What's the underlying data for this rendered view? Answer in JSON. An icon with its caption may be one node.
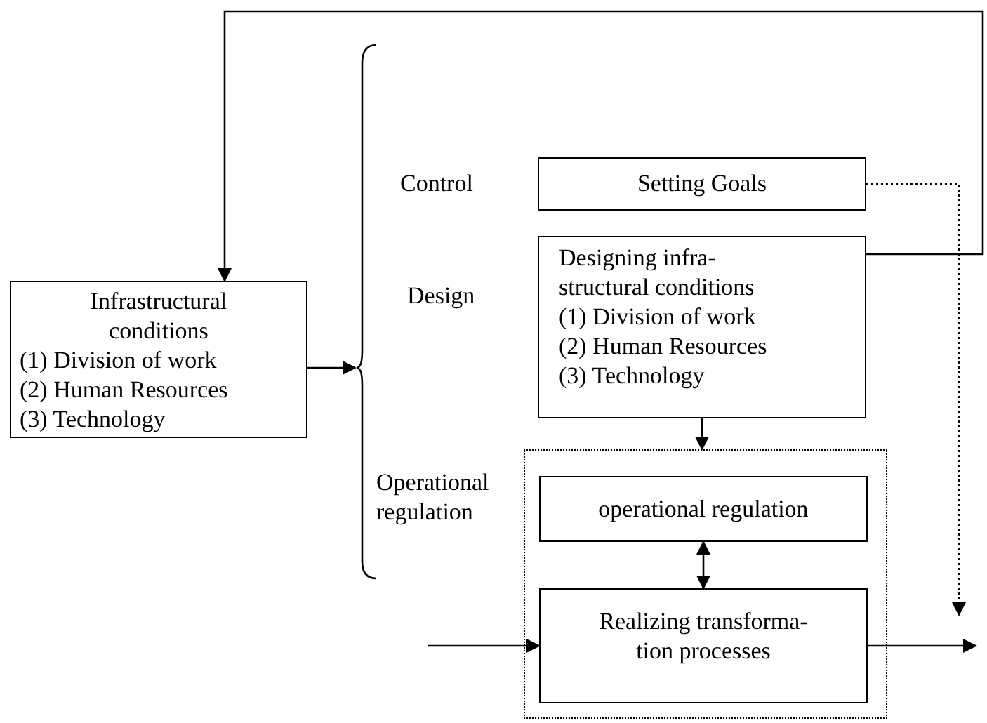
{
  "diagram": {
    "nodes": [
      {
        "text": [
          "Infrastructural conditions",
          "(1) Division of work",
          "(2) Human Resources",
          "(3) Technology"
        ]
      },
      {
        "text": [
          "Setting Goals"
        ]
      },
      {
        "text": [
          "Designing infra-structural conditions",
          "(1) Division of work",
          "(2) Human Resources",
          "(3) Technology"
        ]
      },
      {
        "text": [],
        "shape": "box"
      },
      {
        "text": [
          "operational regulation"
        ],
        "in": 3
      },
      {
        "text": [
          "Realizing transforma-tion processes"
        ],
        "in": 3
      },
      {
        "text": [],
        "shape": "brace"
      }
    ],
    "edges": [
      {
        "from": 2,
        "to": 0,
        "arrow": "to"
      },
      {
        "from": 0,
        "to": 6,
        "arrow": "to"
      },
      {
        "from": 1,
        "to": null,
        "arrow": "to",
        "style": "dashed"
      },
      {
        "from": 2,
        "to": 3,
        "arrow": "to"
      },
      {
        "from": 4,
        "to": 5,
        "arrow": "both"
      },
      {
        "from": null,
        "to": 5,
        "arrow": "to"
      },
      {
        "from": 5,
        "to": null,
        "arrow": "to"
      }
    ],
    "labels": [
      "Control",
      "Design",
      "Operational regulation"
    ]
  }
}
